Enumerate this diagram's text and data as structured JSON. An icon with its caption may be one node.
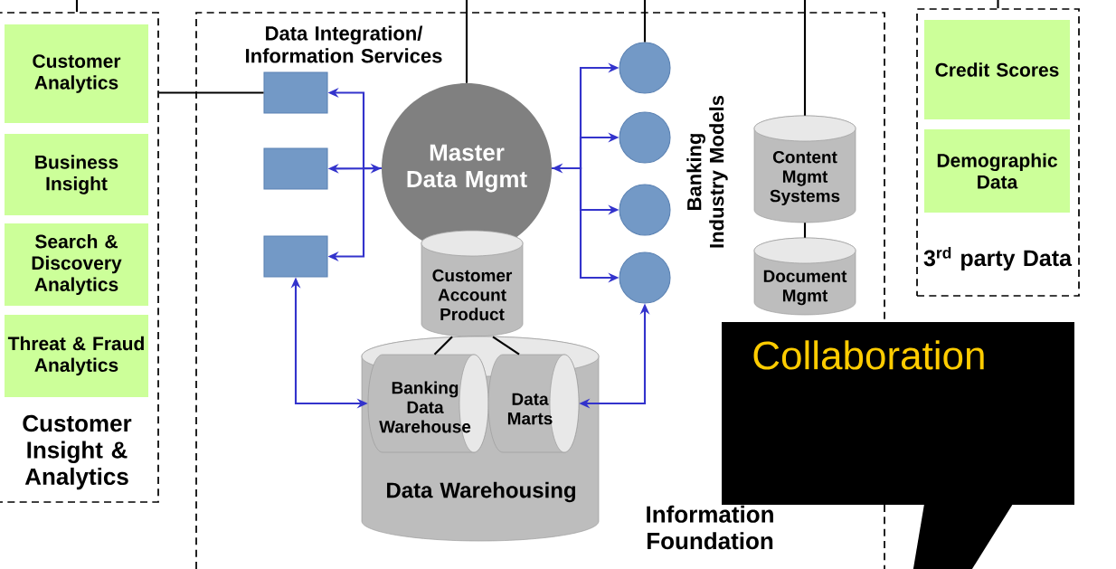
{
  "diagram": {
    "nodes": [
      {
        "text": [
          "Customer Insight & Analytics"
        ]
      },
      {
        "text": [
          "Customer Analytics"
        ],
        "in": 0
      },
      {
        "text": [
          "Business Insight"
        ],
        "in": 0
      },
      {
        "text": [
          "Search & Discovery Analytics"
        ],
        "in": 0
      },
      {
        "text": [
          "Threat & Fraud Analytics"
        ],
        "in": 0
      },
      {
        "text": [
          "Information Foundation"
        ]
      },
      {
        "text": [],
        "shape": "box",
        "in": 5
      },
      {
        "text": [],
        "shape": "box",
        "in": 5
      },
      {
        "text": [],
        "shape": "box",
        "in": 5
      },
      {
        "text": [
          "Master Data Mgmt"
        ],
        "in": 5
      },
      {
        "text": [
          "Customer Account Product"
        ],
        "in": 5
      },
      {
        "text": [
          "Data Warehousing"
        ],
        "in": 5
      },
      {
        "text": [
          "Banking Data Warehouse"
        ],
        "in": 11
      },
      {
        "text": [
          "Data Marts"
        ],
        "in": 11
      },
      {
        "text": [],
        "shape": "circle",
        "in": 5
      },
      {
        "text": [],
        "shape": "circle",
        "in": 5
      },
      {
        "text": [],
        "shape": "circle",
        "in": 5
      },
      {
        "text": [],
        "shape": "circle",
        "in": 5
      },
      {
        "text": [
          "Content Mgmt Systems"
        ],
        "in": 5
      },
      {
        "text": [
          "Document Mgmt"
        ],
        "in": 5
      },
      {
        "text": [
          "3$^{rd}$ party Data"
        ]
      },
      {
        "text": [
          "Credit Scores"
        ],
        "in": 20
      },
      {
        "text": [
          "Demographic Data"
        ],
        "in": 20
      },
      {
        "text": [
          "Collaboration"
        ]
      }
    ],
    "edges": [
      {
        "from": null,
        "to": 0,
        "arrow": "none"
      },
      {
        "from": null,
        "to": 9,
        "arrow": "none"
      },
      {
        "from": null,
        "to": 14,
        "arrow": "none"
      },
      {
        "from": null,
        "to": 18,
        "arrow": "none"
      },
      {
        "from": null,
        "to": 20,
        "arrow": "none"
      },
      {
        "from": 0,
        "to": 6,
        "arrow": "none"
      },
      {
        "from": 9,
        "to": 6,
        "arrow": "to",
        "color": "#3333cc"
      },
      {
        "from": 7,
        "to": 9,
        "arrow": "both",
        "color": "#3333cc"
      },
      {
        "from": 9,
        "to": 8,
        "arrow": "to",
        "color": "#3333cc"
      },
      {
        "from": 9,
        "to": 14,
        "arrow": "to",
        "color": "#3333cc"
      },
      {
        "from": 9,
        "to": 15,
        "arrow": "both",
        "color": "#3333cc"
      },
      {
        "from": 9,
        "to": 16,
        "arrow": "to",
        "color": "#3333cc"
      },
      {
        "from": 9,
        "to": 17,
        "arrow": "to",
        "color": "#3333cc"
      },
      {
        "from": 8,
        "to": 12,
        "arrow": "both",
        "color": "#3333cc"
      },
      {
        "from": 17,
        "to": 13,
        "arrow": "both",
        "color": "#3333cc"
      },
      {
        "from": 10,
        "to": 12,
        "arrow": "none"
      },
      {
        "from": 10,
        "to": 13,
        "arrow": "none"
      },
      {
        "from": 18,
        "to": 19,
        "arrow": "none"
      }
    ],
    "labels": [
      "Data Integration/ Information Services",
      "Banking Industry Models"
    ]
  }
}
